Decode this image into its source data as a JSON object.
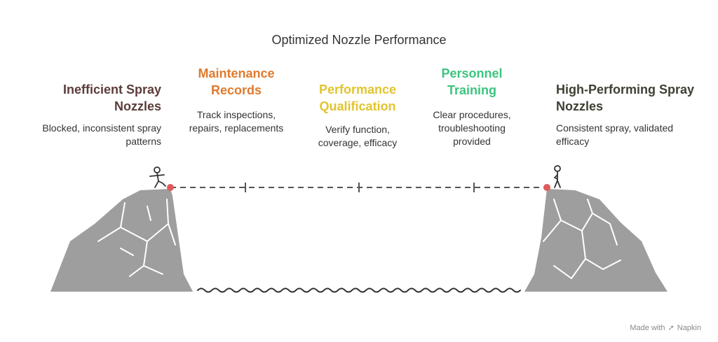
{
  "title": "Optimized Nozzle Performance",
  "start": {
    "title": "Inefficient Spray Nozzles",
    "desc": "Blocked, inconsistent spray patterns"
  },
  "steps": [
    {
      "title": "Maintenance Records",
      "desc": "Track inspections, repairs, replacements",
      "color": "#e07a2e"
    },
    {
      "title": "Performance Qualification",
      "desc": "Verify function, coverage, efficacy",
      "color": "#e2c42e"
    },
    {
      "title": "Personnel Training",
      "desc": "Clear procedures, troubleshooting provided",
      "color": "#3cc47f"
    }
  ],
  "end": {
    "title": "High-Performing Spray Nozzles",
    "desc": "Consistent spray, validated efficacy"
  },
  "watermark": {
    "prefix": "Made with",
    "brand": "Napkin",
    "icon": "napkin-logo-icon"
  },
  "colors": {
    "rock": "#9e9e9e",
    "rock_edge": "#ffffff",
    "bridge": "#555555",
    "anchor": "#e05a5a"
  }
}
